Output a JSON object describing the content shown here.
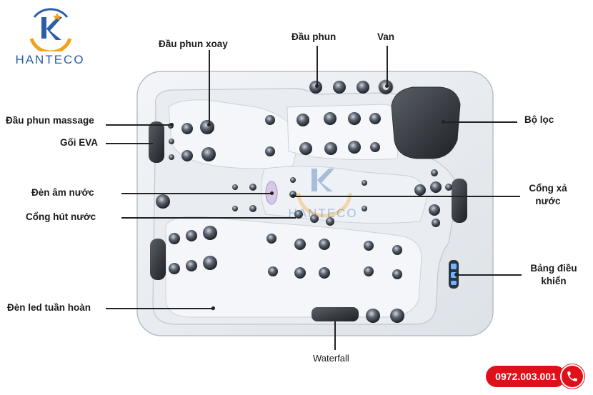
{
  "brand": {
    "name": "HANTECO",
    "primary_color": "#2b5ea8",
    "accent_color": "#f4a21b"
  },
  "labels": {
    "dau_phun_xoay": "Đầu phun xoay",
    "dau_phun": "Đầu phun",
    "van": "Van",
    "dau_phun_massage": "Đầu phun massage",
    "goi_eva": "Gối EVA",
    "bo_loc": "Bộ lọc",
    "den_am_nuoc": "Đèn âm nước",
    "cong_xa_nuoc_1": "Cổng xả",
    "cong_xa_nuoc_2": "nước",
    "cong_hut_nuoc": "Cổng hút nước",
    "bang_dieu_khien_1": "Bảng điều",
    "bang_dieu_khien_2": "khiển",
    "den_led_tuan_hoan": "Đèn led tuần hoàn",
    "waterfall": "Waterfall"
  },
  "contact": {
    "phone": "0972.003.001",
    "color": "#e0101a",
    "icon": "phone-icon"
  },
  "watermark": {
    "text": "HANTECO"
  }
}
